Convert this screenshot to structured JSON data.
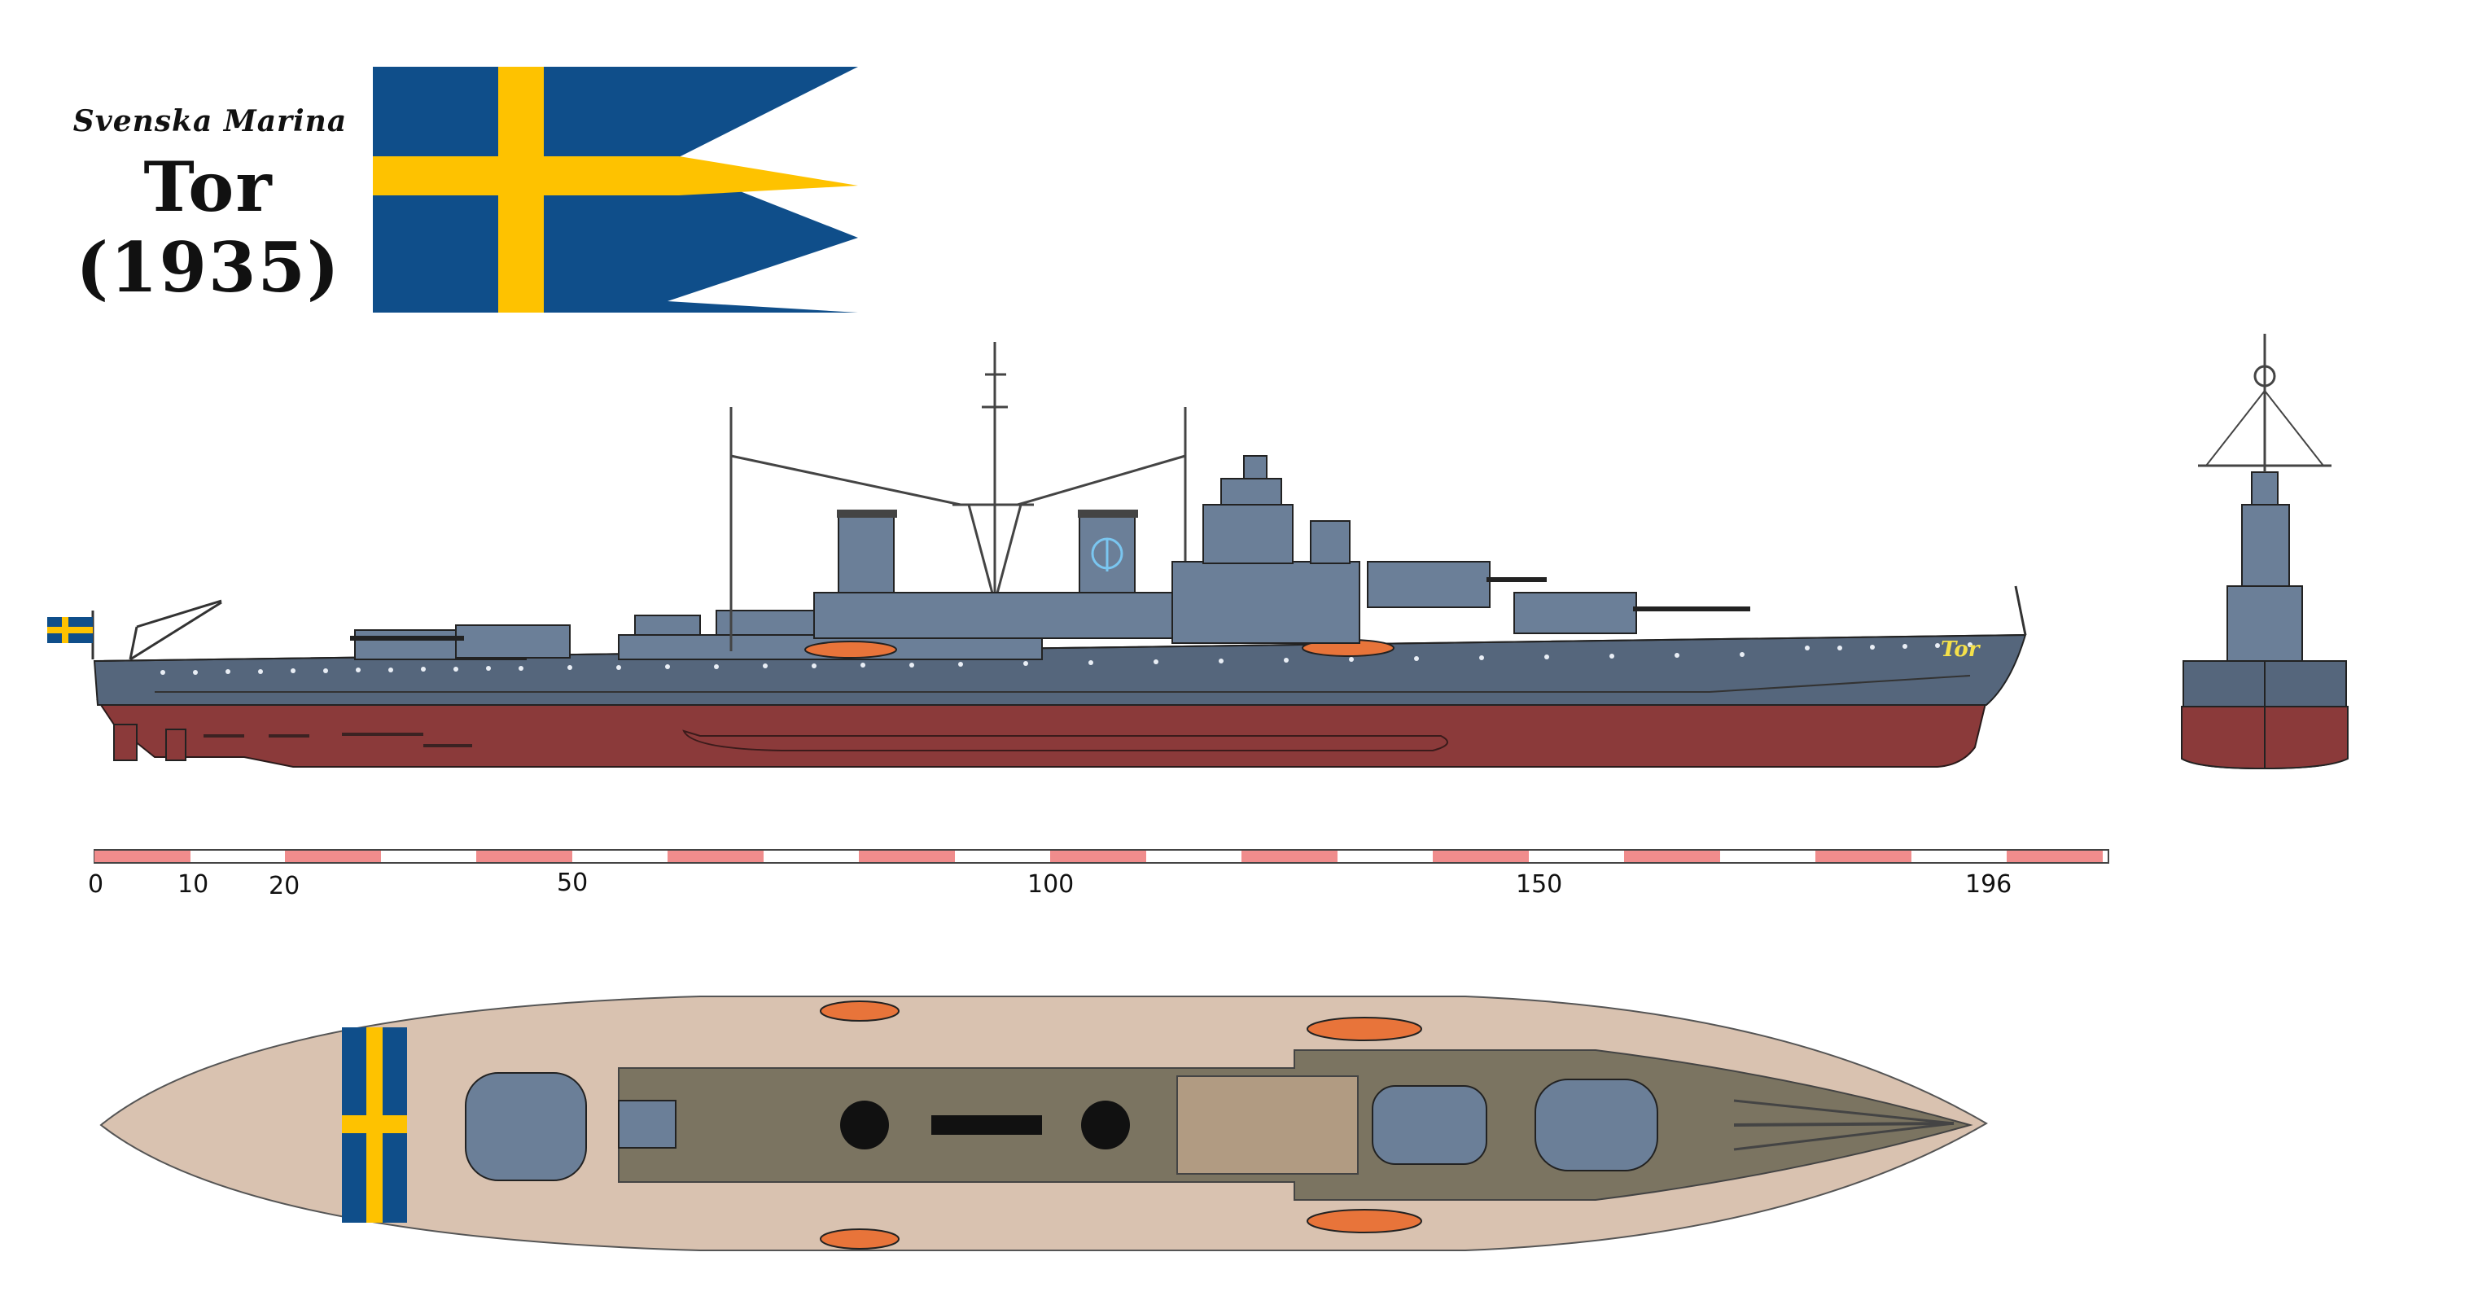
{
  "header": {
    "navy": "Svenska Marina",
    "ship": "Tor (1935)"
  },
  "hull_name": "Tor",
  "scale_bar": {
    "labels": [
      "0",
      "10",
      "20",
      "50",
      "100",
      "150",
      "196"
    ]
  },
  "colors": {
    "flag_blue": "#0f4e8a",
    "flag_yellow": "#fec200",
    "hull_upper": "#55667c",
    "hull_lower": "#8b3a3a",
    "superstructure": "#6b7f98",
    "deck": "#d9c2b0",
    "deck_dark": "#7b7461",
    "boat": "#e8743a",
    "scale_red": "#f08c8c"
  },
  "icons": [
    "swedish-flag-icon",
    "naval-ensign-icon",
    "crown-anchor-emblem-icon"
  ]
}
